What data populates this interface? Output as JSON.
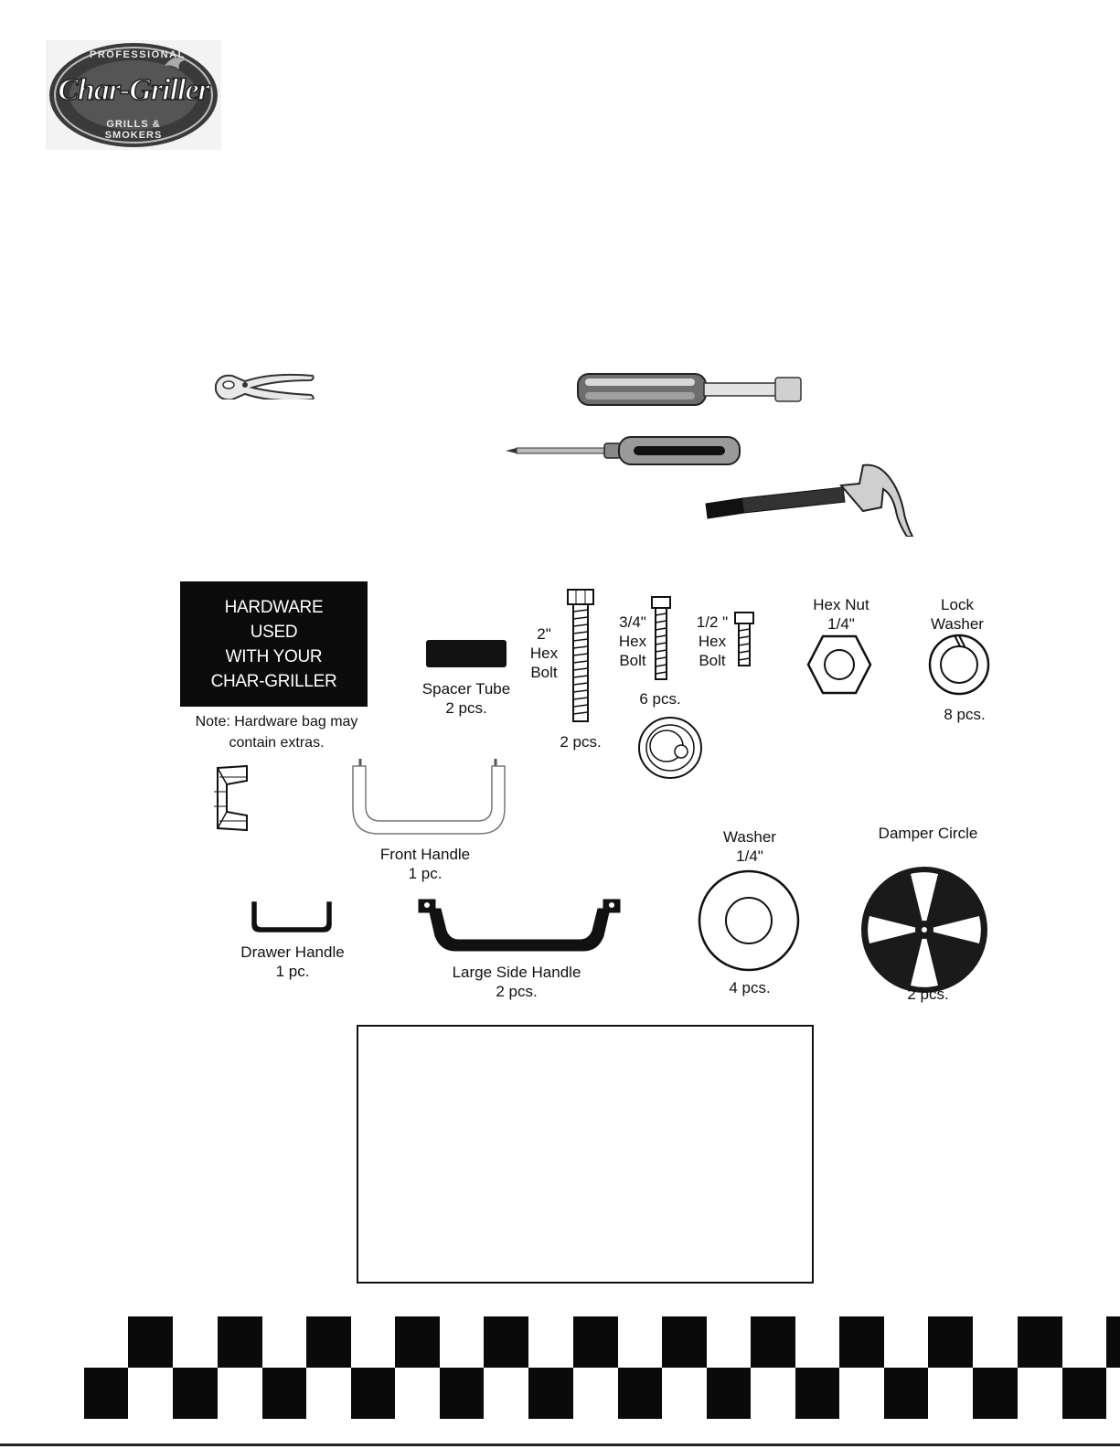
{
  "logo": {
    "top_text": "PROFESSIONAL",
    "brand": "Char-Griller",
    "bottom_text": "GRILLS & SMOKERS"
  },
  "tools": [
    {
      "icon": "pliers-icon"
    },
    {
      "icon": "nut-driver-icon"
    },
    {
      "icon": "screwdriver-icon"
    },
    {
      "icon": "hammer-icon"
    }
  ],
  "hardware_box": {
    "lines": [
      "HARDWARE",
      "USED",
      "WITH YOUR",
      "CHAR-GRILLER"
    ],
    "note_line1": "Note: Hardware bag may",
    "note_line2": "contain extras."
  },
  "parts": {
    "spacer_tube": {
      "name": "Spacer Tube",
      "qty": "2 pcs."
    },
    "hex_bolt_2": {
      "size": "2\"",
      "line2": "Hex",
      "line3": "Bolt",
      "qty": "2 pcs."
    },
    "hex_bolt_34": {
      "size": "3/4\"",
      "line2": "Hex",
      "line3": "Bolt",
      "qty": "6 pcs."
    },
    "hex_bolt_12": {
      "size": "1/2 \"",
      "line2": "Hex",
      "line3": "Bolt"
    },
    "hex_nut": {
      "name": "Hex Nut",
      "size": "1/4\""
    },
    "lock_washer": {
      "name": "Lock",
      "name2": "Washer",
      "qty": "8 pcs."
    },
    "front_handle": {
      "name": "Front Handle",
      "qty": "1 pc."
    },
    "washer": {
      "name": "Washer",
      "size": "1/4\"",
      "qty": "4 pcs."
    },
    "damper_circle": {
      "name": "Damper Circle",
      "qty": "2 pcs."
    },
    "drawer_handle": {
      "name": "Drawer Handle",
      "qty": "1 pc."
    },
    "large_side_handle": {
      "name": "Large Side Handle",
      "qty": "2 pcs."
    }
  },
  "colors": {
    "ink": "#111111",
    "paper": "#ffffff",
    "box": "#0b0b0b"
  }
}
